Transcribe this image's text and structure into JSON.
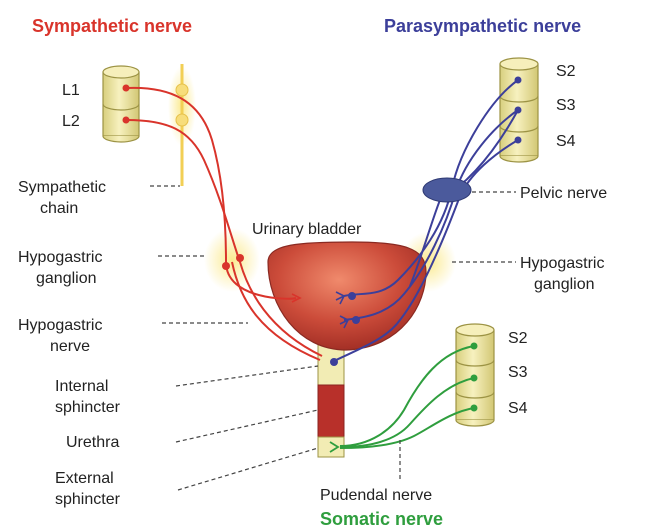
{
  "titles": {
    "sympathetic": "Sympathetic nerve",
    "parasympathetic": "Parasympathetic nerve",
    "somatic": "Somatic nerve"
  },
  "labels": {
    "l1": "L1",
    "l2": "L2",
    "sympathetic_chain_line1": "Sympathetic",
    "sympathetic_chain_line2": "chain",
    "hypogastric_ganglion_left_line1": "Hypogastric",
    "hypogastric_ganglion_left_line2": "ganglion",
    "hypogastric_nerve_line1": "Hypogastric",
    "hypogastric_nerve_line2": "nerve",
    "internal_sphincter_line1": "Internal",
    "internal_sphincter_line2": "sphincter",
    "urethra": "Urethra",
    "external_sphincter_line1": "External",
    "external_sphincter_line2": "sphincter",
    "urinary_bladder": "Urinary bladder",
    "pelvic_nerve": "Pelvic nerve",
    "hypogastric_ganglion_right_line1": "Hypogastric",
    "hypogastric_ganglion_right_line2": "ganglion",
    "pudendal_nerve": "Pudendal nerve",
    "s2_top": "S2",
    "s3_top": "S3",
    "s4_top": "S4",
    "s2_bottom": "S2",
    "s3_bottom": "S3",
    "s4_bottom": "S4"
  },
  "colors": {
    "sympathetic": "#d9342b",
    "parasympathetic": "#3c3f9a",
    "somatic": "#2f9e3e",
    "bladder": "#c94b3c",
    "urethra": "#b8302a",
    "vertebra": "#efe8a8",
    "ganglion": "#f4e27a"
  }
}
